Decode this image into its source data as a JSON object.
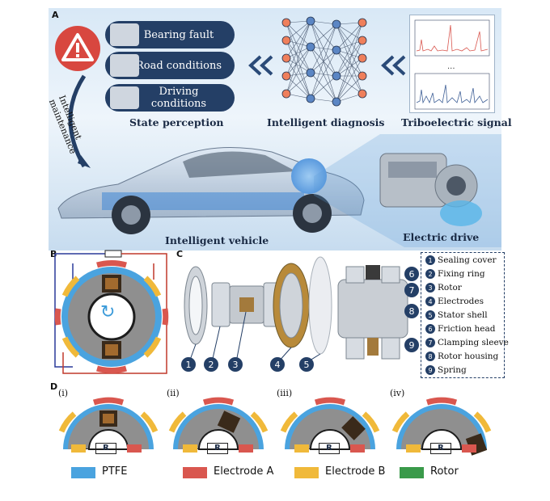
{
  "panel_letters": {
    "a": "A",
    "b": "B",
    "c": "C",
    "d": "D"
  },
  "panelA": {
    "state_items": [
      "Bearing fault",
      "Road conditions",
      "Driving conditions"
    ],
    "state_perception": "State perception",
    "intelligent_diagnosis": "Intelligent diagnosis",
    "triboelectric_signal": "Triboelectric signal",
    "signal_ellipsis": "...",
    "intelligent_maintenance": "Intelligent maintenance",
    "intelligent_vehicle": "Intelligent vehicle",
    "electric_drive": "Electric drive"
  },
  "panelB": {
    "rotation_symbol": "↻"
  },
  "panelC": {
    "exploded_numbers": [
      "1",
      "2",
      "3",
      "4",
      "5"
    ],
    "assembled_numbers": [
      "6",
      "7",
      "8",
      "9"
    ],
    "parts": [
      {
        "num": "1",
        "label": "Sealing cover"
      },
      {
        "num": "2",
        "label": "Fixing ring"
      },
      {
        "num": "3",
        "label": "Rotor"
      },
      {
        "num": "4",
        "label": "Electrodes"
      },
      {
        "num": "5",
        "label": "Stator shell"
      },
      {
        "num": "6",
        "label": "Friction head"
      },
      {
        "num": "7",
        "label": "Clamping sleeve"
      },
      {
        "num": "8",
        "label": "Rotor housing"
      },
      {
        "num": "9",
        "label": "Spring"
      }
    ]
  },
  "panelD": {
    "stages": [
      "(i)",
      "(ii)",
      "(iii)",
      "(iv)"
    ],
    "resistor_label": "R",
    "legend": [
      {
        "label": "PTFE",
        "color": "#4aa3df"
      },
      {
        "label": "Electrode A",
        "color": "#d9574f"
      },
      {
        "label": "Electrode B",
        "color": "#f0b93a"
      },
      {
        "label": "Rotor",
        "color": "#3a9a4a"
      }
    ]
  },
  "colors": {
    "navy": "#243f66",
    "ptfe": "#4aa3df",
    "electrode_a": "#d9574f",
    "electrode_b": "#f0b93a",
    "rotor": "#3a9a4a"
  }
}
